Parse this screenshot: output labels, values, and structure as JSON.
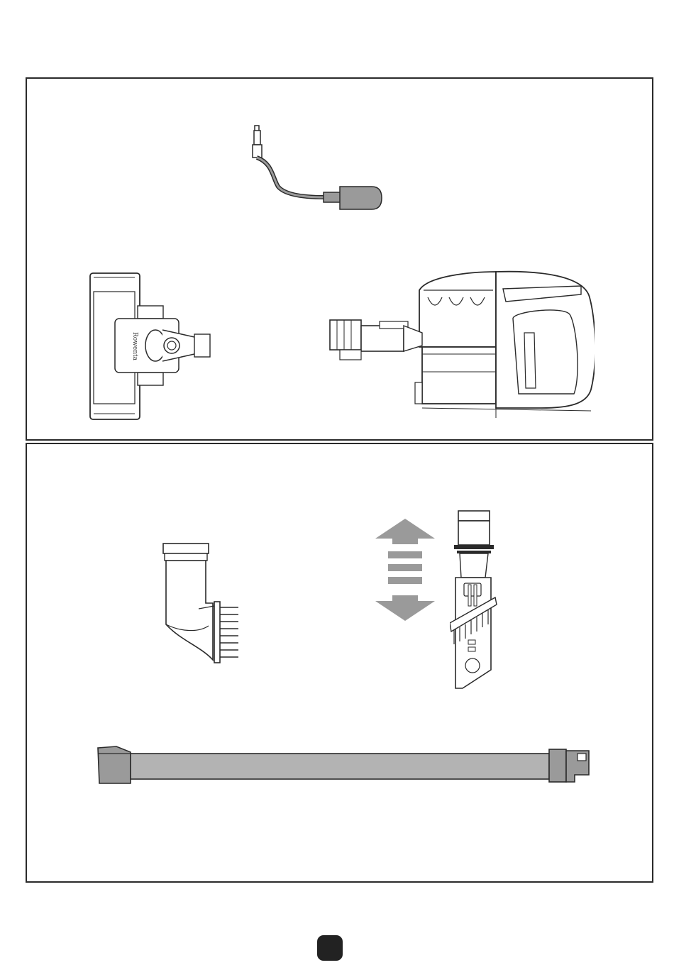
{
  "page": {
    "background": "#ffffff",
    "line_color": "#2a2a2a",
    "grey_fill": "#9a9a9a",
    "light_grey_fill": "#b3b3b3"
  },
  "top_panel": {
    "items": [
      "charger-adapter",
      "floor-brush-head",
      "main-vacuum-unit"
    ],
    "floor_brush": {
      "brand_logo": "Rowenta"
    }
  },
  "bottom_panel": {
    "items": [
      "brush-nozzle",
      "up-down-arrow-icon",
      "crevice-tool-2in1",
      "extension-tube"
    ]
  },
  "footer": {
    "page_marker": ""
  }
}
